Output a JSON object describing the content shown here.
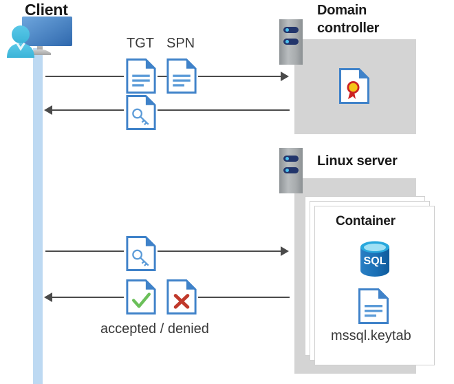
{
  "diagram": {
    "type": "kerberos-authentication-flow",
    "background": "#ffffff",
    "colors": {
      "lifeline": "#bdd9f2",
      "panel_gray": "#d4d4d4",
      "doc_blue": "#3f82c9",
      "doc_fold": "#2e6fb5",
      "arrow": "#4a4a4a",
      "sql_blue": "#1a6fb5",
      "check_green": "#6bbf59",
      "cross_red": "#c0392b",
      "cert_gold": "#f5c518",
      "cert_red": "#cc2222",
      "rack_navy": "#22356b",
      "rack_dot_cyan": "#4cc2f1"
    }
  },
  "client": {
    "title": "Client",
    "icon": "client-workstation-icon"
  },
  "domain_controller": {
    "title_line1": "Domain",
    "title_line2": "controller",
    "rack_icon": "server-rack-icon",
    "contents": [
      {
        "icon": "certificate-document-icon",
        "label": ""
      }
    ]
  },
  "linux_server": {
    "title": "Linux server",
    "rack_icon": "server-rack-icon",
    "container": {
      "title": "Container",
      "stack_count": 3,
      "items": [
        {
          "icon": "sql-database-icon",
          "label": "SQL"
        },
        {
          "icon": "document-icon",
          "label": "mssql.keytab"
        }
      ]
    }
  },
  "messages": [
    {
      "id": "msg-1",
      "direction": "right",
      "from": "client",
      "to": "domain-controller",
      "icons": [
        "tgt-document-icon",
        "spn-document-icon"
      ],
      "icon_labels": [
        "TGT",
        "SPN"
      ]
    },
    {
      "id": "msg-2",
      "direction": "left",
      "from": "domain-controller",
      "to": "client",
      "icons": [
        "key-document-icon"
      ],
      "icon_labels": []
    },
    {
      "id": "msg-3",
      "direction": "right",
      "from": "client",
      "to": "linux-server",
      "icons": [
        "key-document-icon"
      ],
      "icon_labels": []
    },
    {
      "id": "msg-4",
      "direction": "left",
      "from": "linux-server",
      "to": "client",
      "icons": [
        "accepted-document-icon",
        "denied-document-icon"
      ],
      "caption": "accepted / denied"
    }
  ],
  "labels": {
    "tgt": "TGT",
    "spn": "SPN",
    "accepted_denied": "accepted / denied",
    "keytab": "mssql.keytab",
    "sql": "SQL"
  }
}
